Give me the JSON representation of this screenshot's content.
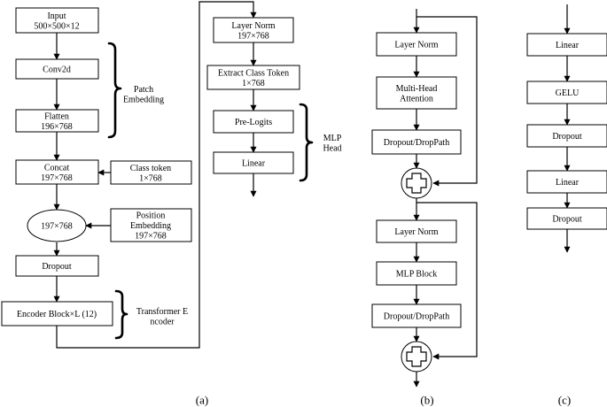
{
  "panel_a": {
    "input": [
      "Input",
      "500×500×12"
    ],
    "conv2d": [
      "Conv2d"
    ],
    "flatten": [
      "Flatten",
      "196×768"
    ],
    "concat": [
      "Concat",
      "197×768"
    ],
    "class_token": [
      "Class token",
      "1×768"
    ],
    "ellipse": [
      "197×768"
    ],
    "position_embedding": [
      "Position",
      "Embedding",
      "197×768"
    ],
    "dropout": [
      "Dropout"
    ],
    "encoder_block": [
      "Encoder Block×L (12)"
    ],
    "patch_embedding_label": [
      "Patch",
      "Embedding"
    ],
    "transformer_encoder_label": [
      "Transformer E",
      "ncoder"
    ],
    "layer_norm": [
      "Layer Norm",
      "197×768"
    ],
    "extract_class_token": [
      "Extract Class Token",
      "1×768"
    ],
    "pre_logits": [
      "Pre-Logits"
    ],
    "linear": [
      "Linear"
    ],
    "mlp_head_label": [
      "MLP",
      "Head"
    ],
    "caption": "(a)"
  },
  "panel_b": {
    "layer_norm_1": [
      "Layer Norm"
    ],
    "multi_head_attention": [
      "Multi-Head",
      "Attention"
    ],
    "dropout_droppath_1": [
      "Dropout/DropPath"
    ],
    "layer_norm_2": [
      "Layer Norm"
    ],
    "mlp_block": [
      "MLP Block"
    ],
    "dropout_droppath_2": [
      "Dropout/DropPath"
    ],
    "caption": "(b)"
  },
  "panel_c": {
    "linear_1": [
      "Linear"
    ],
    "gelu": [
      "GELU"
    ],
    "dropout_1": [
      "Dropout"
    ],
    "linear_2": [
      "Linear"
    ],
    "dropout_2": [
      "Dropout"
    ],
    "caption": "(c)"
  }
}
